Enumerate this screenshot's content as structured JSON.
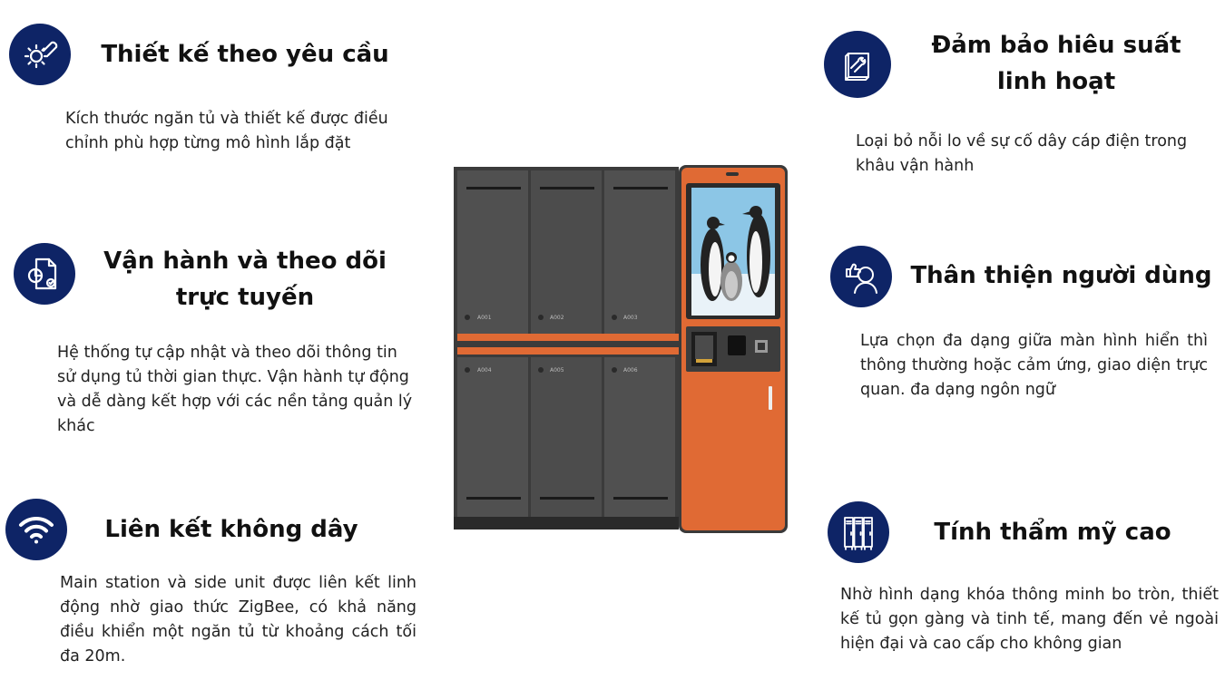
{
  "features": [
    {
      "icon": "gear-wrench-icon",
      "title": "Thiết kế theo yêu cầu",
      "desc": "Kích thước ngăn tủ và thiết kế được điều chỉnh phù hợp từng mô hình lắp đặt"
    },
    {
      "icon": "report-chart-icon",
      "title": "Vận hành và theo dõi trực tuyến",
      "desc": "Hệ thống tự cập nhật và theo dõi thông tin sử dụng tủ thời gian thực. Vận hành tự động và dễ dàng kết hợp với các nền tảng quản lý khác"
    },
    {
      "icon": "wifi-icon",
      "title": "Liên kết không dây",
      "desc": "Main station và side unit được liên kết linh động nhờ giao thức ZigBee, có khả năng điều khiển một ngăn tủ từ khoảng cách tối đa 20m."
    },
    {
      "icon": "toolbox-wrench-icon",
      "title": "Đảm bảo hiêu suất linh hoạt",
      "desc": "Loại bỏ nỗi lo về sự cố dây cáp điện trong khâu vận hành"
    },
    {
      "icon": "user-thumbs-up-icon",
      "title": "Thân thiện người dùng",
      "desc": "Lựa chọn đa dạng giữa màn hình hiển thì thông thường hoặc cảm ứng, giao diện trực quan. đa dạng ngôn ngữ"
    },
    {
      "icon": "lockers-icon",
      "title": "Tính thẩm mỹ cao",
      "desc": "Nhờ hình dạng khóa thông minh bo tròn, thiết kế tủ gọn gàng và tinh tế, mang đến vẻ ngoài hiện đại và cao cấp cho không gian"
    }
  ],
  "locker": {
    "labels": [
      "A001",
      "A002",
      "A003",
      "A004",
      "A005",
      "A006"
    ],
    "colors": {
      "body": "#4a4a4a",
      "accent": "#e06a34",
      "icon_bg": "#0e2466"
    }
  }
}
